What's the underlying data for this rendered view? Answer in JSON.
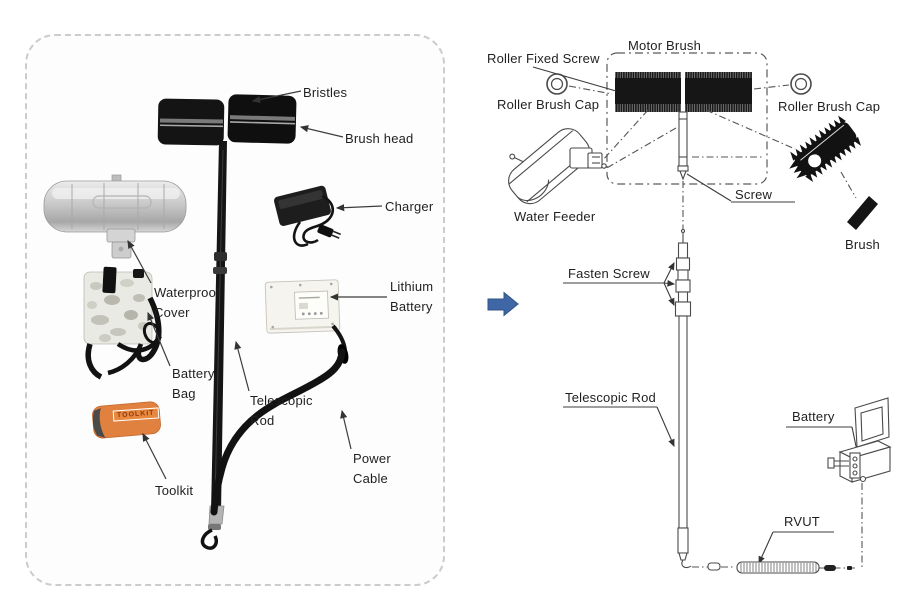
{
  "left_panel": {
    "labels": {
      "bristles": "Bristles",
      "brush_head": "Brush head",
      "charger": "Charger",
      "waterproof_cover": "Waterproof\nCover",
      "lithium_battery": "Lithium\nBattery",
      "battery_bag": "Battery\nBag",
      "telescopic_rod": "Telescopic\nRod",
      "power_cable": "Power\nCable",
      "toolkit": "Toolkit"
    },
    "toolkit_bag_text": "TOOLKIT"
  },
  "right_panel": {
    "labels": {
      "motor_brush": "Motor Brush",
      "roller_fixed_screw": "Roller Fixed Screw",
      "roller_brush_cap_left": "Roller Brush Cap",
      "roller_brush_cap_right": "Roller Brush Cap",
      "water_feeder": "Water Feeder",
      "screw": "Screw",
      "brush": "Brush",
      "fasten_screw": "Fasten Screw",
      "telescopic_rod": "Telescopic Rod",
      "battery": "Battery",
      "rvut": "RVUT"
    }
  },
  "colors": {
    "arrow_blue": "#3f67a5",
    "toolkit_orange": "#e0813f",
    "brush_black": "#161616",
    "line_gray": "#4a4a4a"
  }
}
